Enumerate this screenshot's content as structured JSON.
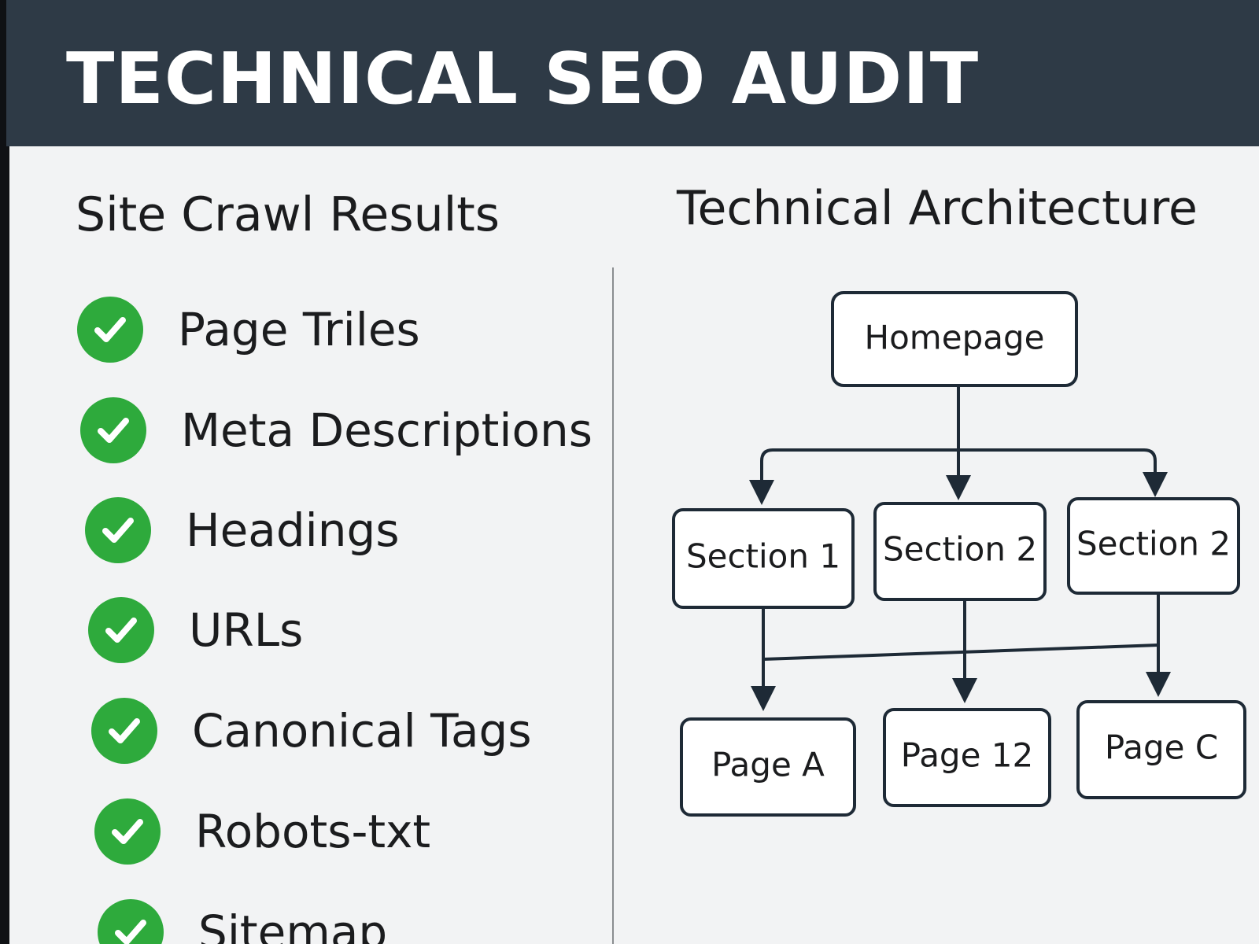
{
  "header": {
    "title": "TECHNICAL SEO AUDIT"
  },
  "left": {
    "title": "Site Crawl Results",
    "items": [
      {
        "label": "Page Triles",
        "status": "pass"
      },
      {
        "label": "Meta Descriptions",
        "status": "pass"
      },
      {
        "label": "Headings",
        "status": "pass"
      },
      {
        "label": "URLs",
        "status": "pass"
      },
      {
        "label": "Canonical Tags",
        "status": "pass"
      },
      {
        "label": "Robots-txt",
        "status": "pass"
      },
      {
        "label": "Sitemap",
        "status": "pass"
      }
    ]
  },
  "right": {
    "title": "Technical Architecture",
    "nodes": {
      "root": "Homepage",
      "sections": [
        "Section 1",
        "Section 2",
        "Section 2"
      ],
      "pages": [
        "Page A",
        "Page 12",
        "Page C"
      ]
    }
  },
  "colors": {
    "header_bg": "#2e3a46",
    "check_green": "#2eaa3c",
    "panel_bg": "#f2f3f4"
  },
  "icons": {
    "check": "check-circle-icon",
    "arrow": "arrow-down-icon"
  }
}
